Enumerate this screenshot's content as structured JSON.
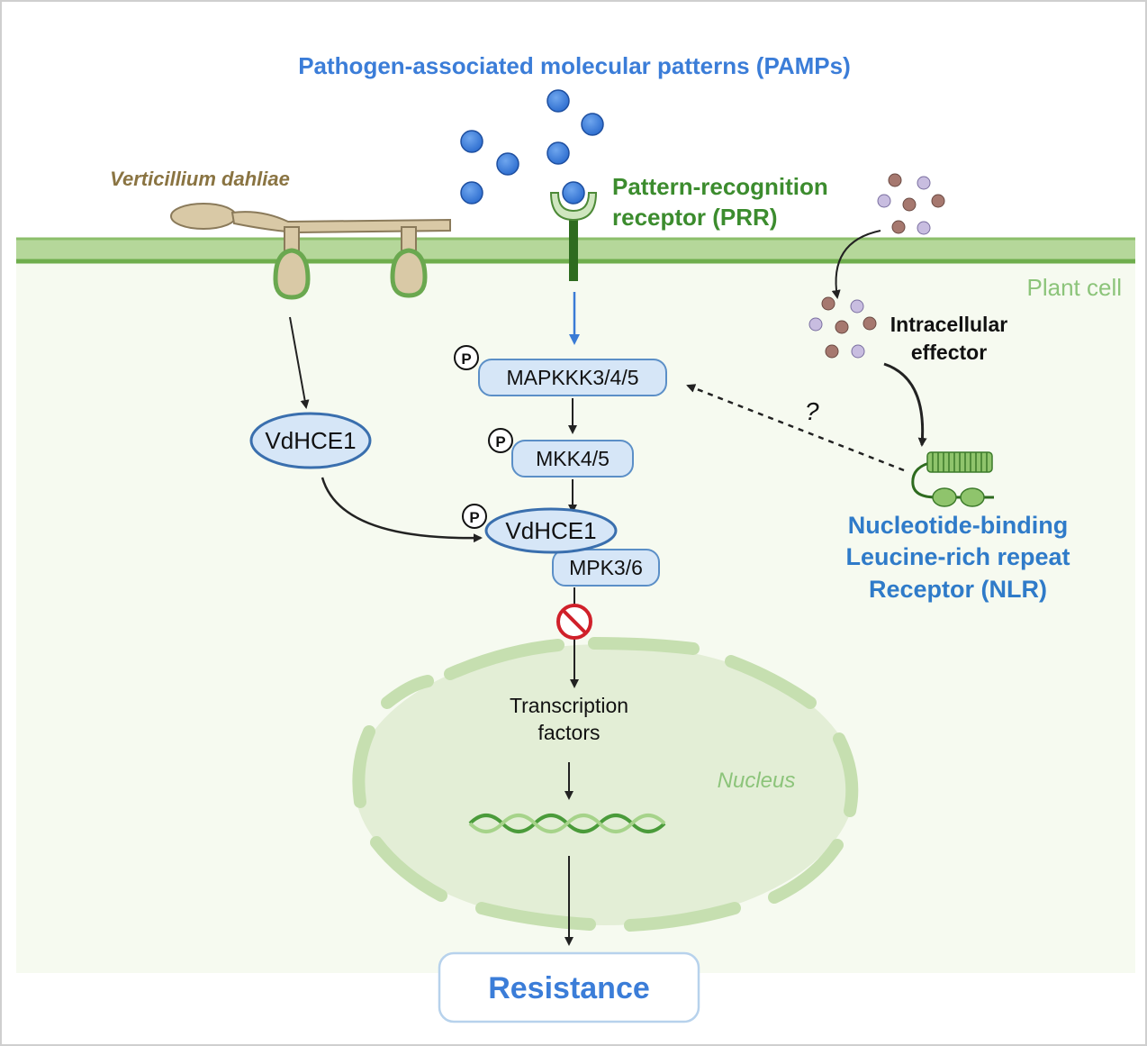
{
  "title": "Pathogen-associated molecular patterns (PAMPs)",
  "labels": {
    "pathogen": "Verticillium dahliae",
    "prr_line1": "Pattern-recognition",
    "prr_line2": "receptor (PRR)",
    "plant_cell": "Plant cell",
    "effector_line1": "Intracellular",
    "effector_line2": "effector",
    "nlr_line1": "Nucleotide-binding",
    "nlr_line2": "Leucine-rich repeat",
    "nlr_line3": "Receptor (NLR)",
    "question": "?",
    "nucleus": "Nucleus",
    "tf_line1": "Transcription",
    "tf_line2": "factors",
    "resistance": "Resistance",
    "phospho": "P"
  },
  "proteins": {
    "vdhce1_free": "VdHCE1",
    "mapkkk": "MAPKKK3/4/5",
    "mkk": "MKK4/5",
    "vdhce1_bound": "VdHCE1",
    "mpk": "MPK3/6"
  },
  "colors": {
    "pamp_blue": "#3a7bd5",
    "title_blue": "#3b7dd8",
    "prr_green": "#3c8c2e",
    "membrane_green": "#a9d08e",
    "cytoplasm": "#f5faee",
    "nucleus_fill": "#e4efd6",
    "protein_fill": "#d6e6f7",
    "protein_stroke": "#5b8fc7",
    "inhibit_red": "#d0202a",
    "pathogen_text": "#8a7442",
    "nlr_text": "#2f7bc9"
  }
}
